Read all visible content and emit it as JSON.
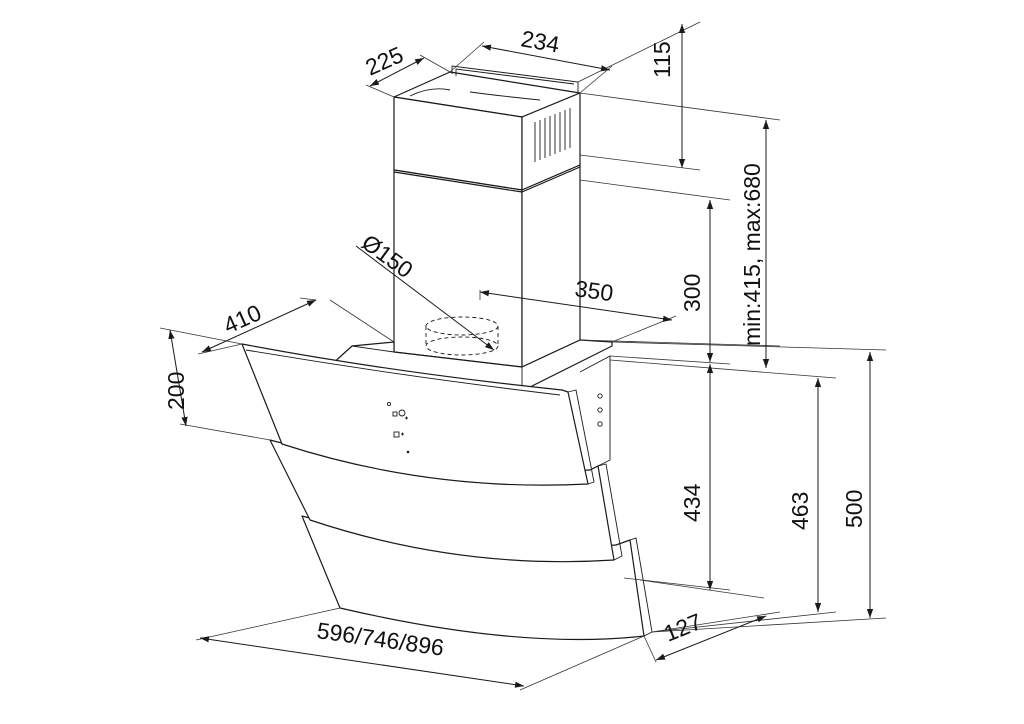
{
  "dimensions": {
    "chimney_depth": "225",
    "chimney_width": "234",
    "chimney_top_section": "115",
    "chimney_range": "min:415, max:680",
    "duct_diameter": "Ø150",
    "chimney_lower_section": "300",
    "hood_width_top": "350",
    "hood_depth": "410",
    "side_height": "200",
    "height_434": "434",
    "height_463": "463",
    "height_500": "500",
    "glass_offset": "127",
    "hood_widths": "596/746/896"
  },
  "colors": {
    "line": "#1a1a1a",
    "background": "#ffffff"
  },
  "icons": [
    "arrow-marker"
  ]
}
